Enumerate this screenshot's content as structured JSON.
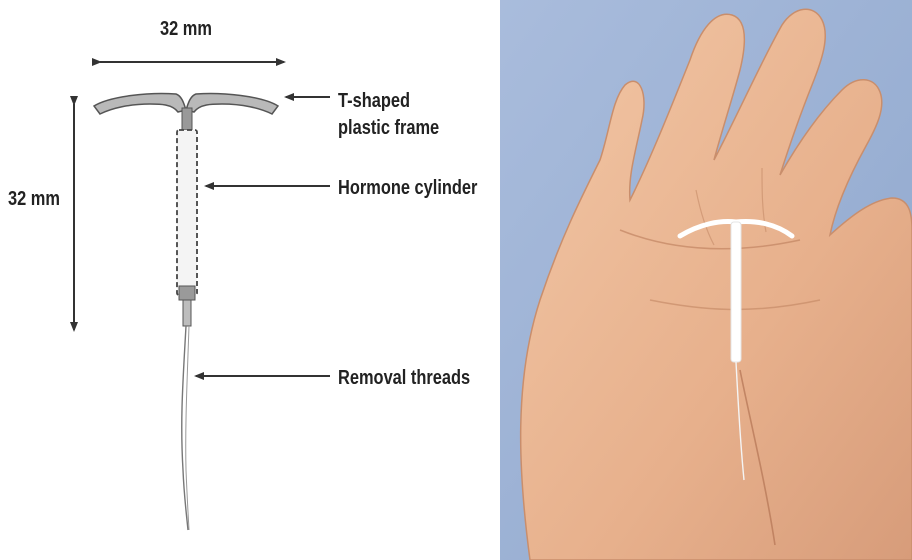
{
  "diagram": {
    "width_label": "32 mm",
    "height_label": "32 mm",
    "labels": {
      "frame": "T-shaped\nplastic frame",
      "cylinder": "Hormone cylinder",
      "threads": "Removal threads"
    }
  },
  "colors": {
    "photo_background": "#9fb3d4",
    "skin": "#e9b593",
    "device": "#ffffff",
    "ink": "#333333"
  }
}
